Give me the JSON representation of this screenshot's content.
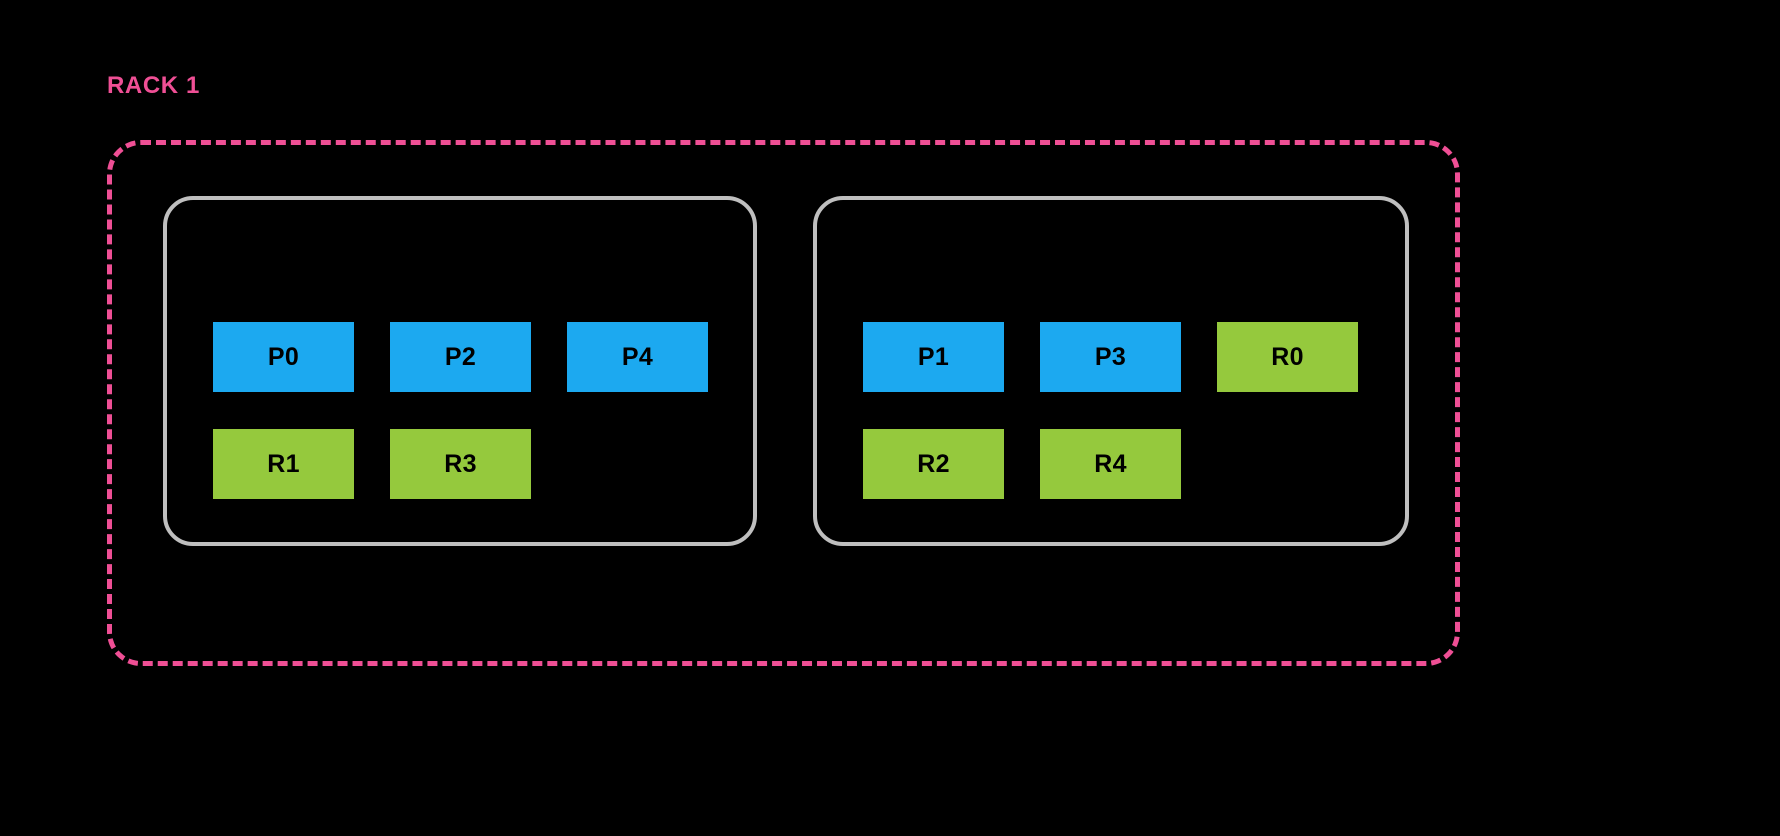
{
  "diagram": {
    "title": "RACK 1",
    "type": "rack-topology",
    "colors": {
      "background": "#000000",
      "rack_boundary": "#EF4F95",
      "rack_label": "#EF4F95",
      "node_border": "#BFBFBF",
      "primary_shard": "#1CA9F0",
      "replica_shard": "#95C93D",
      "chip_label": "#000000"
    },
    "nodes": [
      {
        "id": "node-left",
        "rows": [
          {
            "id": "node-left-row-top",
            "chips": [
              {
                "label": "P0",
                "kind": "primary"
              },
              {
                "label": "P2",
                "kind": "primary"
              },
              {
                "label": "P4",
                "kind": "primary"
              }
            ]
          },
          {
            "id": "node-left-row-bottom",
            "chips": [
              {
                "label": "R1",
                "kind": "replica"
              },
              {
                "label": "R3",
                "kind": "replica"
              }
            ]
          }
        ]
      },
      {
        "id": "node-right",
        "rows": [
          {
            "id": "node-right-row-top",
            "chips": [
              {
                "label": "P1",
                "kind": "primary"
              },
              {
                "label": "P3",
                "kind": "primary"
              },
              {
                "label": "R0",
                "kind": "replica"
              }
            ]
          },
          {
            "id": "node-right-row-bottom",
            "chips": [
              {
                "label": "R2",
                "kind": "replica"
              },
              {
                "label": "R4",
                "kind": "replica"
              }
            ]
          }
        ]
      }
    ]
  }
}
